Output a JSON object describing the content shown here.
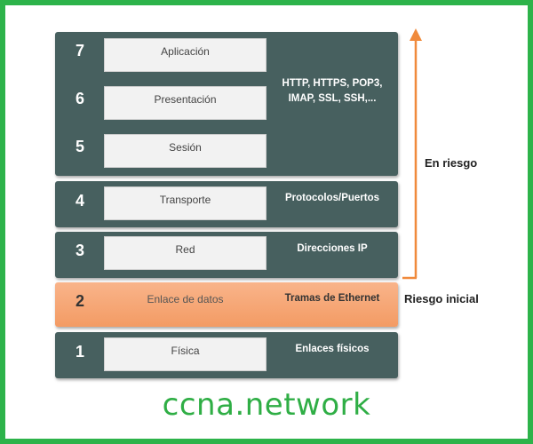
{
  "layers": [
    {
      "num": "7",
      "name": "Aplicación"
    },
    {
      "num": "6",
      "name": "Presentación"
    },
    {
      "num": "5",
      "name": "Sesión"
    },
    {
      "num": "4",
      "name": "Transporte"
    },
    {
      "num": "3",
      "name": "Red"
    },
    {
      "num": "2",
      "name": "Enlace de datos"
    },
    {
      "num": "1",
      "name": "Física"
    }
  ],
  "band_labels": {
    "upper": [
      "HTTP, HTTPS, POP3,",
      "IMAP, SSL, SSH,..."
    ],
    "transport": "Protocolos/Puertos",
    "network": "Direcciones IP",
    "datalink": "Tramas de Ethernet",
    "physical": "Enlaces físicos"
  },
  "side_labels": {
    "risk": "En riesgo",
    "initial_risk": "Riesgo inicial"
  },
  "brand": "ccna.network",
  "colors": {
    "band": "#47605f",
    "highlight": "#f39b64",
    "arrow": "#f08a3c",
    "frame": "#2db34a"
  }
}
